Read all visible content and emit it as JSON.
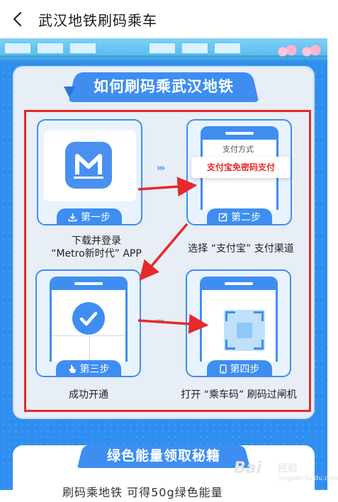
{
  "header": {
    "back_icon": "chevron-left-icon",
    "title": "武汉地铁刷码乘车"
  },
  "colors": {
    "accent": "#3e8ef1",
    "background": "#2f8ef0",
    "highlight_frame": "#e52a2a",
    "arrow": "#e52a2a"
  },
  "guide": {
    "title": "如何刷码乘武汉地铁",
    "steps": [
      {
        "tab": "第一步",
        "icon": "download-icon",
        "caption_line1": "下载并登录",
        "caption_line2": "“Metro新时代” APP"
      },
      {
        "tab": "第二步",
        "icon": "edit-icon",
        "pay_method_label": "支付方式",
        "pay_option": "支付宝免密码支付",
        "caption": "选择 “支付宝” 支付渠道"
      },
      {
        "tab": "第三步",
        "icon": "hand-pointer-icon",
        "caption": "成功开通"
      },
      {
        "tab": "第四步",
        "icon": "phone-icon",
        "caption": "打开 “乘车码” 刷码过闸机"
      }
    ],
    "step_chevrons": "›››"
  },
  "section2": {
    "title": "绿色能量领取秘籍",
    "partial_line": "刷码乘地铁  可得50g绿色能量"
  },
  "watermark": {
    "brand": "Bai",
    "product": "经验",
    "url": "jingyan.baidu.com"
  }
}
